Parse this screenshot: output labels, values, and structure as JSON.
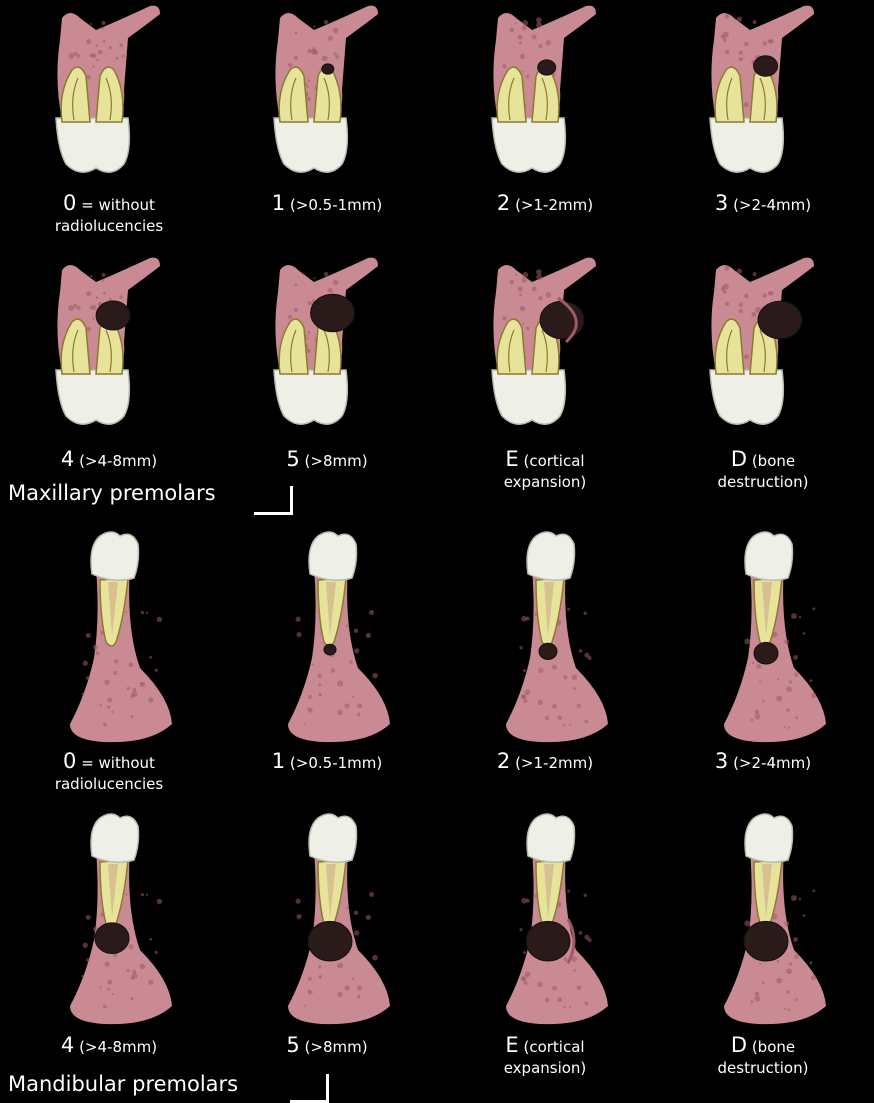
{
  "colors": {
    "background": "#000000",
    "bone": "#c98a93",
    "bone_dark": "#9c5a66",
    "root": "#e8e39a",
    "root_outline": "#8a7b2e",
    "crown": "#eef0e8",
    "lesion": "#2a1a1a",
    "text": "#ffffff"
  },
  "maxillary": {
    "title": "Maxillary premolars",
    "row1": [
      {
        "score": "0",
        "desc": "= without",
        "desc2": "radiolucencies",
        "lesion": 0
      },
      {
        "score": "1",
        "desc": "(>0.5-1mm)",
        "lesion": 1
      },
      {
        "score": "2",
        "desc": "(>1-2mm)",
        "lesion": 2
      },
      {
        "score": "3",
        "desc": "(>2-4mm)",
        "lesion": 3
      }
    ],
    "row2": [
      {
        "score": "4",
        "desc": "(>4-8mm)",
        "lesion": 4
      },
      {
        "score": "5",
        "desc": "(>8mm)",
        "lesion": 5
      },
      {
        "score": "E",
        "desc": "(cortical",
        "desc2": "expansion)",
        "lesion": 6
      },
      {
        "score": "D",
        "desc": "(bone",
        "desc2": "destruction)",
        "lesion": 7
      }
    ]
  },
  "mandibular": {
    "title": "Mandibular premolars",
    "row1": [
      {
        "score": "0",
        "desc": "= without",
        "desc2": "radiolucencies",
        "lesion": 0
      },
      {
        "score": "1",
        "desc": "(>0.5-1mm)",
        "lesion": 1
      },
      {
        "score": "2",
        "desc": "(>1-2mm)",
        "lesion": 2
      },
      {
        "score": "3",
        "desc": "(>2-4mm)",
        "lesion": 3
      }
    ],
    "row2": [
      {
        "score": "4",
        "desc": "(>4-8mm)",
        "lesion": 4
      },
      {
        "score": "5",
        "desc": "(>8mm)",
        "lesion": 5
      },
      {
        "score": "E",
        "desc": "(cortical",
        "desc2": "expansion)",
        "lesion": 6
      },
      {
        "score": "D",
        "desc": "(bone",
        "desc2": "destruction)",
        "lesion": 7
      }
    ]
  }
}
